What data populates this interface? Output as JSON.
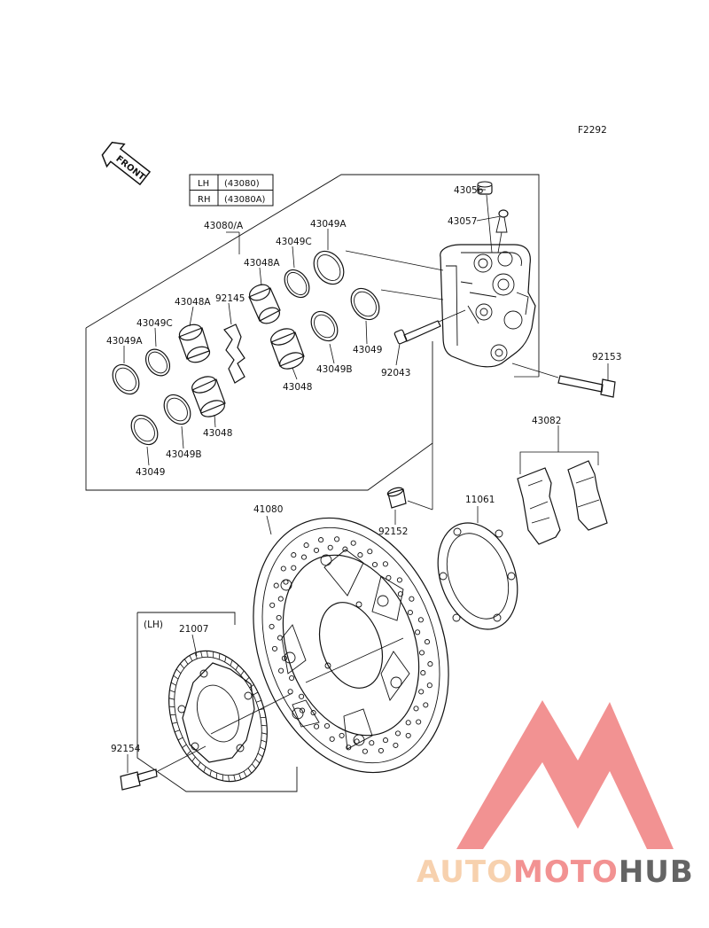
{
  "figure_code": "F2292",
  "front_label": "FRONT",
  "variant_table": {
    "rows": [
      {
        "side": "LH",
        "code": "(43080)"
      },
      {
        "side": "RH",
        "code": "(43080A)"
      }
    ]
  },
  "lh_note": "(LH)",
  "parts": {
    "caliper_assy": "43080/A",
    "bolt_cap": "43056",
    "bleeder": "43057",
    "seal_a_top": "43049A",
    "seal_c_top": "43049C",
    "piston_a_top": "43048A",
    "spring": "92145",
    "piston_a_left": "43048A",
    "seal_c_left": "43049C",
    "seal_a_left": "43049A",
    "seal_right": "43049",
    "seal_b_mid": "43049B",
    "piston_mid": "43048",
    "pin": "92043",
    "piston_low": "43048",
    "seal_b_low": "43049B",
    "seal_low": "43049",
    "mount_bolt": "92153",
    "pads": "43082",
    "collar": "92152",
    "spacer": "11061",
    "disc": "41080",
    "sensor_rotor": "21007",
    "rotor_bolt": "92154"
  },
  "watermark": {
    "part1": "AUTO",
    "part2": "MOTO",
    "part3": "HUB",
    "color_light": "#f6c9a0",
    "color_red": "#f08080",
    "color_dark": "#4a4a4a"
  }
}
